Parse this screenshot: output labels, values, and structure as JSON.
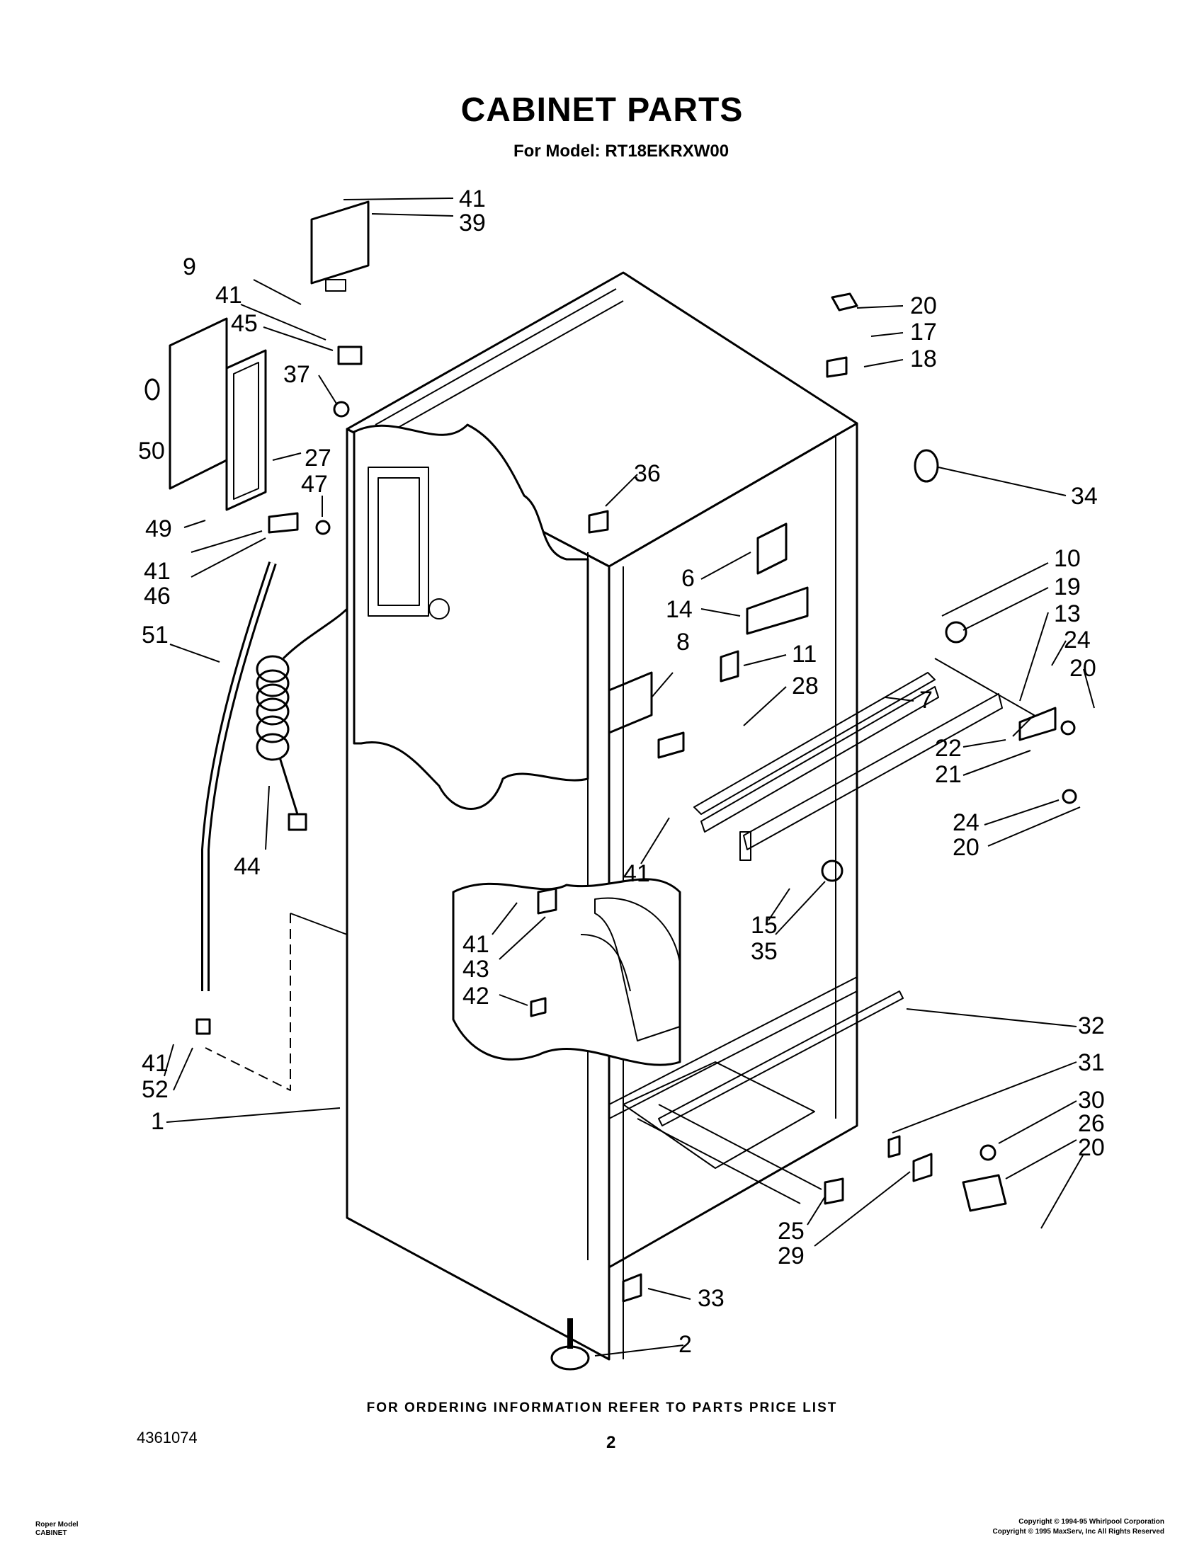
{
  "title": "CABINET PARTS",
  "subtitle": {
    "prefix": "For Model:",
    "model": "RT18EKRXW00"
  },
  "callouts": [
    {
      "id": "c41a",
      "num": "41"
    },
    {
      "id": "c39",
      "num": "39"
    },
    {
      "id": "c9",
      "num": "9"
    },
    {
      "id": "c41b",
      "num": "41"
    },
    {
      "id": "c45",
      "num": "45"
    },
    {
      "id": "c37",
      "num": "37"
    },
    {
      "id": "c50",
      "num": "50"
    },
    {
      "id": "c27",
      "num": "27"
    },
    {
      "id": "c47",
      "num": "47"
    },
    {
      "id": "c49",
      "num": "49"
    },
    {
      "id": "c41c",
      "num": "41"
    },
    {
      "id": "c46",
      "num": "46"
    },
    {
      "id": "c51",
      "num": "51"
    },
    {
      "id": "c44",
      "num": "44"
    },
    {
      "id": "c41d",
      "num": "41"
    },
    {
      "id": "c52",
      "num": "52"
    },
    {
      "id": "c1",
      "num": "1"
    },
    {
      "id": "c36",
      "num": "36"
    },
    {
      "id": "c20a",
      "num": "20"
    },
    {
      "id": "c17",
      "num": "17"
    },
    {
      "id": "c18",
      "num": "18"
    },
    {
      "id": "c34",
      "num": "34"
    },
    {
      "id": "c6",
      "num": "6"
    },
    {
      "id": "c14",
      "num": "14"
    },
    {
      "id": "c8",
      "num": "8"
    },
    {
      "id": "c11",
      "num": "11"
    },
    {
      "id": "c28",
      "num": "28"
    },
    {
      "id": "c10",
      "num": "10"
    },
    {
      "id": "c19",
      "num": "19"
    },
    {
      "id": "c13",
      "num": "13"
    },
    {
      "id": "c24a",
      "num": "24"
    },
    {
      "id": "c20b",
      "num": "20"
    },
    {
      "id": "c7",
      "num": "7"
    },
    {
      "id": "c22",
      "num": "22"
    },
    {
      "id": "c21",
      "num": "21"
    },
    {
      "id": "c24b",
      "num": "24"
    },
    {
      "id": "c20c",
      "num": "20"
    },
    {
      "id": "c41e",
      "num": "41"
    },
    {
      "id": "c15",
      "num": "15"
    },
    {
      "id": "c35",
      "num": "35"
    },
    {
      "id": "c41f",
      "num": "41"
    },
    {
      "id": "c43",
      "num": "43"
    },
    {
      "id": "c42",
      "num": "42"
    },
    {
      "id": "c32",
      "num": "32"
    },
    {
      "id": "c31",
      "num": "31"
    },
    {
      "id": "c30",
      "num": "30"
    },
    {
      "id": "c26",
      "num": "26"
    },
    {
      "id": "c20d",
      "num": "20"
    },
    {
      "id": "c25",
      "num": "25"
    },
    {
      "id": "c29",
      "num": "29"
    },
    {
      "id": "c33",
      "num": "33"
    },
    {
      "id": "c2",
      "num": "2"
    }
  ],
  "footer": {
    "ordering_note": "FOR ORDERING INFORMATION REFER TO PARTS PRICE LIST",
    "document_number": "4361074",
    "page_number": "2",
    "model_line_1": "Roper Model",
    "model_line_2": "CABINET",
    "copyright_1": "Copyright © 1994-95 Whirlpool Corporation",
    "copyright_2": "Copyright © 1995 MaxServ, Inc   All Rights Reserved"
  }
}
